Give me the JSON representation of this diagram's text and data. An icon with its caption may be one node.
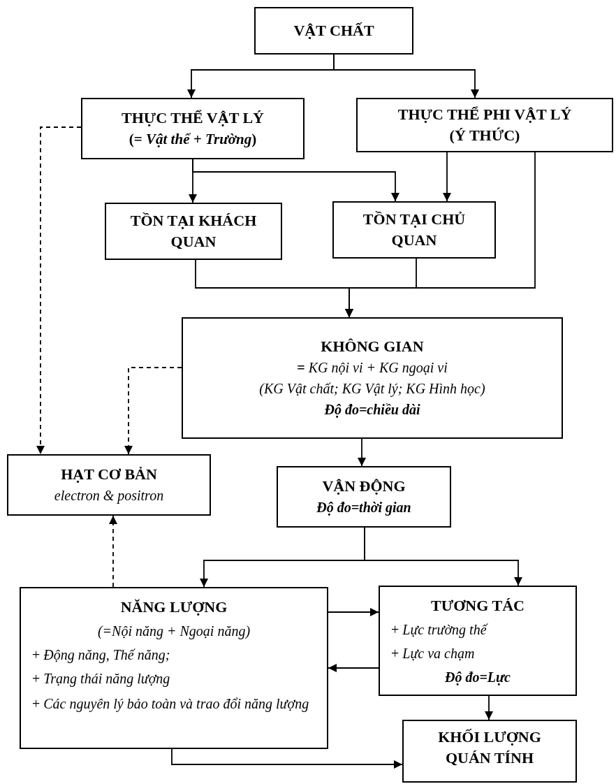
{
  "diagram": {
    "nodes": [
      {
        "text": [
          "VẬT CHẤT"
        ]
      },
      {
        "text": [
          "THỰC THỂ VẬT LÝ",
          "(= *Vật thể + Trường*)"
        ]
      },
      {
        "text": [
          "THỰC THỂ PHI VẬT LÝ",
          "(Ý THỨC)"
        ]
      },
      {
        "text": [
          "TỒN TẠI KHÁCH QUAN"
        ]
      },
      {
        "text": [
          "TỒN TẠI CHỦ QUAN"
        ]
      },
      {
        "text": [
          "KHÔNG GIAN",
          "**=** *KG nội vi + KG ngoại vi*",
          "(KG Vật chất; KG Vật lý;  KG Hình học)",
          "Độ đo=chiều dài"
        ]
      },
      {
        "text": [
          "HẠT CƠ BẢN",
          "electron & positron"
        ]
      },
      {
        "text": [
          "VẬN ĐỘNG",
          "Độ đo=thời gian"
        ]
      },
      {
        "text": [
          "NĂNG LƯỢNG",
          "(=Nội năng + Ngoại năng)",
          "+ *Động năng, Thế năng;*",
          "+ *Trạng thái năng lượng*",
          "+ *Các nguyên lý bảo toàn và trao đổi năng lượng*"
        ]
      },
      {
        "text": [
          "TƯƠNG TÁC",
          "+ *Lực trường thế*",
          "+ *Lực va chạm*",
          "Độ đo=Lực"
        ]
      },
      {
        "text": [
          "KHỐI LƯỢNG QUÁN TÍNH"
        ]
      }
    ],
    "edges": [
      {
        "from": 0,
        "to": 1,
        "arrow": "to"
      },
      {
        "from": 0,
        "to": 2,
        "arrow": "to"
      },
      {
        "from": 1,
        "to": 3,
        "arrow": "to"
      },
      {
        "from": 1,
        "to": 4,
        "arrow": "to"
      },
      {
        "from": 2,
        "to": 4,
        "arrow": "to"
      },
      {
        "from": 3,
        "to": 5,
        "arrow": "to"
      },
      {
        "from": 4,
        "to": 5,
        "arrow": "to"
      },
      {
        "from": 2,
        "to": 5,
        "arrow": "to"
      },
      {
        "from": 1,
        "to": 6,
        "arrow": "to",
        "style": "dashed"
      },
      {
        "from": 5,
        "to": 6,
        "arrow": "to",
        "style": "dashed"
      },
      {
        "from": 8,
        "to": 6,
        "arrow": "to",
        "style": "dashed"
      },
      {
        "from": 5,
        "to": 7,
        "arrow": "to"
      },
      {
        "from": 7,
        "to": 8,
        "arrow": "to"
      },
      {
        "from": 7,
        "to": 9,
        "arrow": "to"
      },
      {
        "from": 8,
        "to": 9,
        "arrow": "to"
      },
      {
        "from": 9,
        "to": 8,
        "arrow": "to"
      },
      {
        "from": 9,
        "to": 10,
        "arrow": "to"
      },
      {
        "from": 8,
        "to": 10,
        "arrow": "to"
      }
    ]
  }
}
